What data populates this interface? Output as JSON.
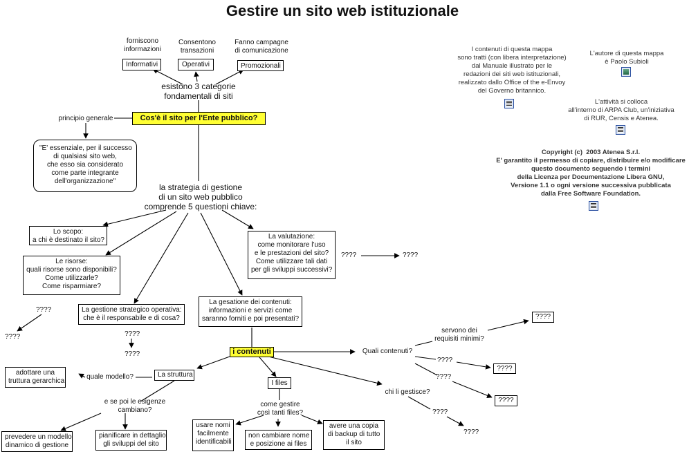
{
  "title": "Gestire un sito web istituzionale",
  "info": {
    "manual": "I contenuti di questa mappa\nsono tratti (con libera interpretazione)\ndal Manuale illustrato per le\nredazioni dei siti web istituzionali,\nrealizzato dallo Office of the e-Envoy\ndel Governo britannico.",
    "author": "L'autore di questa mappa\nè Paolo Subioli",
    "activity": "L'attività si colloca\nall'interno di ARPA Club, un'iniziativa\ndi RUR, Censis e Atenea.",
    "copyright": "Copyright (c)  2003 Atenea S.r.l.\nE' garantito il permesso di copiare, distribuire e/o modificare\nquesto documento seguendo i termini\ndella Licenza per Documentazione Libera GNU,\nVersione 1.1 o ogni versione successiva pubblicata\ndalla Free Software Foundation."
  },
  "top": {
    "forniscono": "forniscono\ninformazioni",
    "consentono": "Consentono\ntransazioni",
    "fanno": "Fanno campagne\ndi comunicazione",
    "informativi": "Informativi",
    "operativi": "Operativi",
    "promozionali": "Promozionali",
    "categorie": "esistono 3 categorie\nfondamentali di siti",
    "main": "Cos'è il sito per l'Ente pubblico?",
    "principio": "principio generale",
    "quote": "\"E' essenziale, per il successo\ndi qualsiasi sito web,\nche esso sia considerato\ncome parte integrante\ndell'organizzazione\""
  },
  "strategy": {
    "label": "la strategia di gestione\ndi un sito web pubblico\ncomprende 5 questioni chiave:",
    "scopo": "Lo scopo:\na chi è destinato il sito?",
    "risorse": "Le risorse:\nquali risorse sono disponibili?\nCome utilizzarle?\nCome risparmiare?",
    "gestione": "La gestione strategico operativa:\nche è il responsabile e di cosa?",
    "contenuti": "La gesatione dei contenuti:\ninformazioni e servizi come\nsaranno forniti e poi presentati?",
    "valutazione": "La valutazione:\ncome monitorare l'uso\ne le prestazioni del sito?\nCome utilizzare tali dati\nper gli sviluppi successivi?"
  },
  "q": "????",
  "contents": {
    "node": "i contenuti",
    "struttura": "La struttura",
    "quale_modello": "quale modello?",
    "gerarchica": "adottare una\ntruttura gerarchica",
    "esigenze": "e se poi le esigenze\ncambiano?",
    "dinamico": "prevedere un modello\ndinamico di gestione",
    "pianificare": "pianificare in dettaglio\ngli sviluppi del sito",
    "files": "I files",
    "come_gestire": "come gestire\ncosì tanti files?",
    "nomi": "usare nomi\nfacilmente\nidentificabili",
    "non_cambiare": "non cambiare nome\ne posizione ai files",
    "backup": "avere una copia\ndi backup di tutto\nil sito",
    "quali": "Quali contenuti?",
    "requisiti": "servono dei\nrequisiti minimi?",
    "chi": "chi li gestisce?"
  }
}
